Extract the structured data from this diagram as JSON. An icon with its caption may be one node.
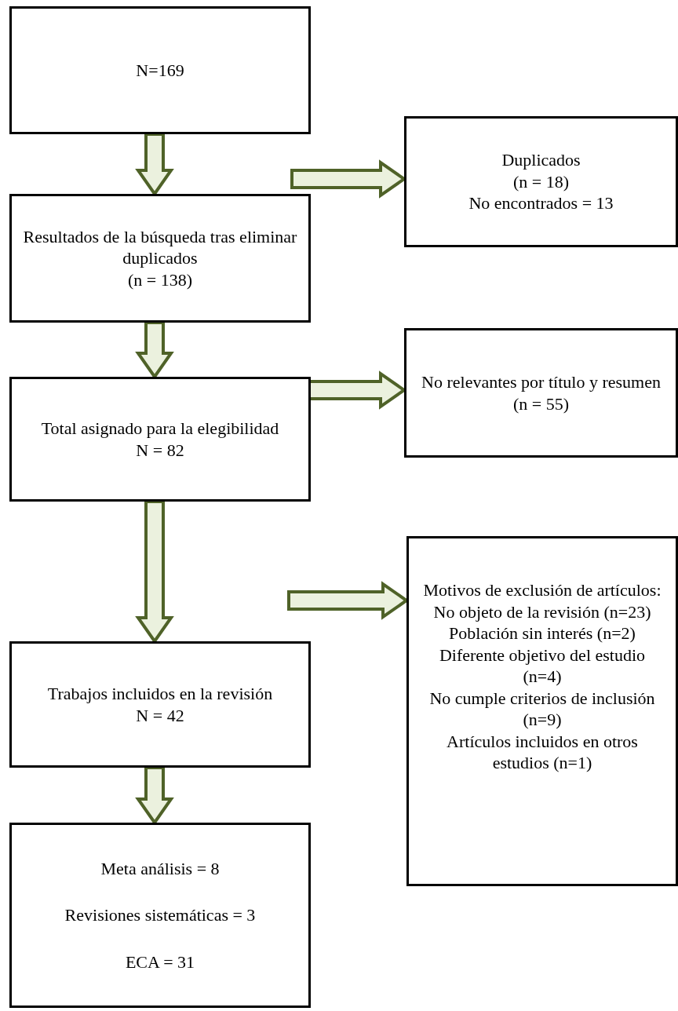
{
  "diagram": {
    "nodes": [
      {
        "text": [
          "N=169"
        ]
      },
      {
        "text": [
          "Duplicados",
          "(n = 18)",
          "No encontrados = 13"
        ]
      },
      {
        "text": [
          "Resultados de la búsqueda tras eliminar duplicados",
          "(n = 138)"
        ]
      },
      {
        "text": [
          "No relevantes por título y resumen",
          "(n = 55)"
        ]
      },
      {
        "text": [
          "Total asignado para la elegibilidad",
          "N = 82"
        ]
      },
      {
        "text": [
          "Motivos de exclusión de artículos:",
          "No objeto de la revisión (n=23)",
          "Población sin interés (n=2)",
          "Diferente objetivo del estudio (n=4)",
          "No cumple criterios de inclusión (n=9)",
          "Artículos incluidos en otros estudios (n=1)"
        ]
      },
      {
        "text": [
          "Trabajos incluidos en la revisión",
          "N = 42"
        ]
      },
      {
        "text": [
          "Meta análisis = 8",
          "Revisiones sistemáticas = 3",
          "ECA = 31"
        ]
      }
    ],
    "edges": [
      {
        "from": 0,
        "to": 2,
        "arrow": "to"
      },
      {
        "from": 2,
        "to": 4,
        "arrow": "to"
      },
      {
        "from": 4,
        "to": 6,
        "arrow": "to"
      },
      {
        "from": 6,
        "to": 7,
        "arrow": "to"
      },
      {
        "from": null,
        "to": 1,
        "arrow": "to"
      },
      {
        "from": null,
        "to": 3,
        "arrow": "to"
      },
      {
        "from": null,
        "to": 5,
        "arrow": "to"
      }
    ]
  }
}
